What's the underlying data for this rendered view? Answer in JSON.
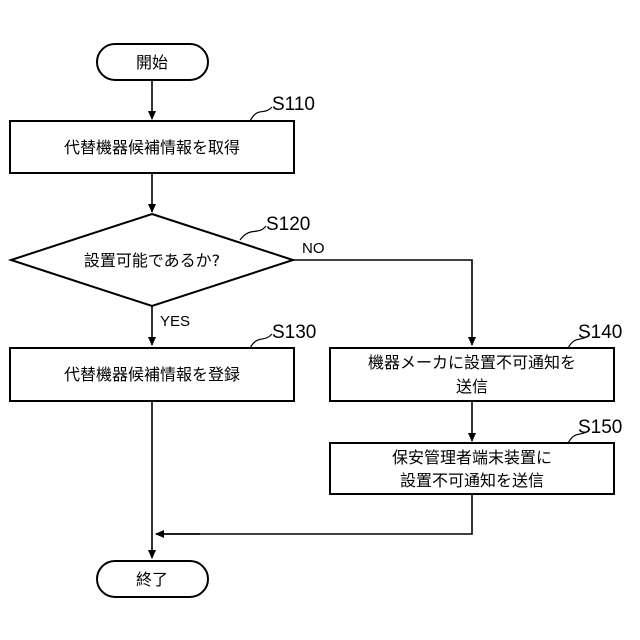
{
  "flowchart": {
    "start": "開始",
    "end": "終了",
    "acquire": "代替機器候補情報を取得",
    "decision": "設置可能であるか?",
    "register": "代替機器候補情報を登録",
    "notify_maker_line1": "機器メーカに設置不可通知を",
    "notify_maker_line2": "送信",
    "notify_admin_line1": "保安管理者端末装置に",
    "notify_admin_line2": "設置不可通知を送信",
    "branch_no": "NO",
    "branch_yes": "YES",
    "step_s110": "S110",
    "step_s120": "S120",
    "step_s130": "S130",
    "step_s140": "S140",
    "step_s150": "S150"
  }
}
